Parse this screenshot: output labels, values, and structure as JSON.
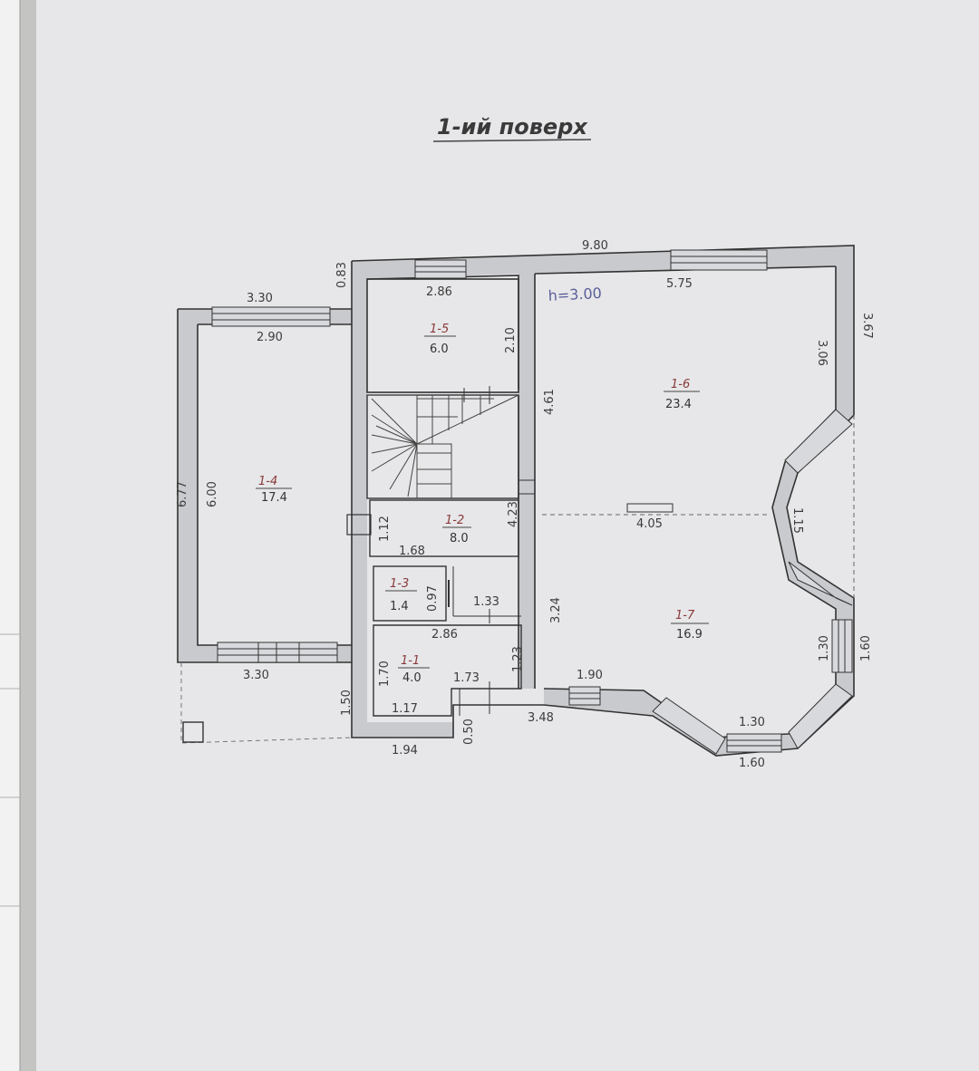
{
  "title": "1-ий поверх",
  "height_note": "h=3.00",
  "rooms": [
    {
      "id": "1-1",
      "area": "4.0"
    },
    {
      "id": "1-2",
      "area": "8.0"
    },
    {
      "id": "1-3",
      "area": "1.4"
    },
    {
      "id": "1-4",
      "area": "17.4"
    },
    {
      "id": "1-5",
      "area": "6.0"
    },
    {
      "id": "1-6",
      "area": "23.4"
    },
    {
      "id": "1-7",
      "area": "16.9"
    }
  ],
  "dimensions": {
    "top_overall": "9.80",
    "left_top_outer": "3.30",
    "left_top_inner": "2.90",
    "left_step": "0.83",
    "left_height_outer": "6.77",
    "left_height_inner": "6.00",
    "left_bottom": "3.30",
    "r15_width": "2.86",
    "r15_height": "2.10",
    "r16_top": "5.75",
    "r16_side": "4.61",
    "right_top": "3.06",
    "right_outer_top": "3.67",
    "bay_mid": "1.15",
    "split_line": "4.05",
    "stair_side": "4.23",
    "r12_left": "1.12",
    "r12_bottom": "1.68",
    "r13_side": "0.97",
    "r13_bottom": "1.33",
    "r11_top": "2.86",
    "r11_side": "1.23",
    "r17_side": "3.24",
    "r11_left": "1.70",
    "r11_step": "1.73",
    "r11_bottom": "1.17",
    "porch_side": "1.50",
    "bottom_left": "1.94",
    "bottom_step": "0.50",
    "bottom_mid": "3.48",
    "bottom_r17": "1.90",
    "bay_lower_inner": "1.30",
    "bay_lower_outer": "1.60",
    "bay_right_inner": "1.30",
    "bay_right_outer": "1.60"
  }
}
